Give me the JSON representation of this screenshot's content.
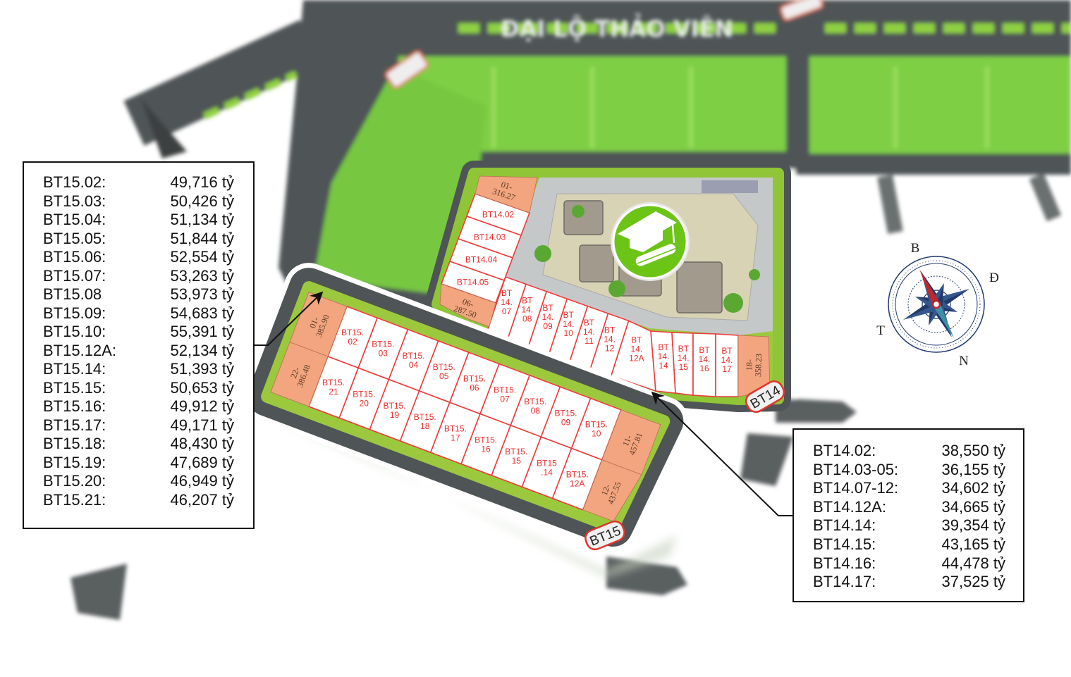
{
  "road_name": "ĐẠI LỘ THẢO VIÊN",
  "colors": {
    "lot_line": "#ee3b3b",
    "lot_fill": "#ffffff",
    "corner_lot": "#f2a57e",
    "road": "#4f5456",
    "green": "#7fcf45",
    "school_badge": "#6cc417",
    "compass_navy": "#1f3a6b",
    "compass_red": "#c0272d",
    "compass_teal": "#3d8fa8"
  },
  "icons": {
    "school": "graduation-cap-diploma-icon",
    "compass": "compass-rose-icon"
  },
  "compass": {
    "north": "B",
    "east": "Đ",
    "west": "T",
    "south": "N"
  },
  "bt14": {
    "tag": "BT14",
    "column_lots": [
      [
        "BT14.02"
      ],
      [
        "BT14.03"
      ],
      [
        "BT14.04"
      ],
      [
        "BT14.05"
      ]
    ],
    "row_lots": [
      [
        "BT",
        "14.",
        "07"
      ],
      [
        "BT",
        "14.",
        "08"
      ],
      [
        "BT",
        "14.",
        "09"
      ],
      [
        "BT",
        "14.",
        "10"
      ],
      [
        "BT",
        "14.",
        "11"
      ],
      [
        "BT",
        "14.",
        "12"
      ],
      [
        "BT",
        "14.",
        "12A"
      ],
      [
        "BT",
        "14.",
        "14"
      ],
      [
        "BT",
        "14.",
        "15"
      ],
      [
        "BT",
        "14.",
        "16"
      ],
      [
        "BT",
        "14.",
        "17"
      ]
    ],
    "corner_lots": [
      [
        "01-",
        "316.27"
      ],
      [
        "06-",
        "287.50"
      ],
      [
        "18-",
        "358.23"
      ]
    ]
  },
  "bt15": {
    "tag": "BT15",
    "top_row": [
      [
        "BT15.",
        "02"
      ],
      [
        "BT15.",
        "03"
      ],
      [
        "BT15.",
        "04"
      ],
      [
        "BT15.",
        "05"
      ],
      [
        "BT15.",
        "06"
      ],
      [
        "BT15.",
        "07"
      ],
      [
        "BT15.",
        "08"
      ],
      [
        "BT15.",
        "09"
      ],
      [
        "BT15.",
        "10"
      ]
    ],
    "bottom_row": [
      [
        "BT15.",
        "21"
      ],
      [
        "BT15.",
        "20"
      ],
      [
        "BT15.",
        "19"
      ],
      [
        "BT15.",
        "18"
      ],
      [
        "BT15.",
        "17"
      ],
      [
        "BT15.",
        "16"
      ],
      [
        "BT15.",
        "15"
      ],
      [
        "BT15",
        ".14"
      ],
      [
        "BT15.",
        "12A"
      ]
    ],
    "corner_lots": [
      [
        "01-",
        "385.90"
      ],
      [
        "22-",
        "386.48"
      ],
      [
        "11-",
        "457.81"
      ],
      [
        "12-",
        "437.55"
      ]
    ]
  },
  "legend_bt15": [
    {
      "lot": "BT15.02:",
      "price": "49,716 tỷ"
    },
    {
      "lot": "BT15.03:",
      "price": "50,426 tỷ"
    },
    {
      "lot": "BT15.04:",
      "price": "51,134 tỷ"
    },
    {
      "lot": "BT15.05:",
      "price": "51,844 tỷ"
    },
    {
      "lot": "BT15.06:",
      "price": "52,554 tỷ"
    },
    {
      "lot": "BT15.07:",
      "price": "53,263 tỷ"
    },
    {
      "lot": "BT15.08",
      "price": "53,973 tỷ"
    },
    {
      "lot": "BT15.09:",
      "price": "54,683 tỷ"
    },
    {
      "lot": "BT15.10:",
      "price": "55,391 tỷ"
    },
    {
      "lot": "BT15.12A:",
      "price": "52,134 tỷ"
    },
    {
      "lot": "BT15.14:",
      "price": "51,393 tỷ"
    },
    {
      "lot": "BT15.15:",
      "price": "50,653 tỷ"
    },
    {
      "lot": "BT15.16:",
      "price": "49,912 tỷ"
    },
    {
      "lot": "BT15.17:",
      "price": "49,171 tỷ"
    },
    {
      "lot": "BT15.18:",
      "price": "48,430 tỷ"
    },
    {
      "lot": "BT15.19:",
      "price": "47,689 tỷ"
    },
    {
      "lot": "BT15.20:",
      "price": "46,949 tỷ"
    },
    {
      "lot": "BT15.21:",
      "price": "46,207 tỷ"
    }
  ],
  "legend_bt14": [
    {
      "lot": "BT14.02:",
      "price": "38,550 tỷ"
    },
    {
      "lot": "BT14.03-05:",
      "price": "36,155 tỷ"
    },
    {
      "lot": "BT14.07-12:",
      "price": "34,602 tỷ"
    },
    {
      "lot": "BT14.12A:",
      "price": "34,665 tỷ"
    },
    {
      "lot": "BT14.14:",
      "price": "39,354 tỷ"
    },
    {
      "lot": "BT14.15:",
      "price": "43,165 tỷ"
    },
    {
      "lot": "BT14.16:",
      "price": "44,478 tỷ"
    },
    {
      "lot": "BT14.17:",
      "price": "37,525 tỷ"
    }
  ]
}
